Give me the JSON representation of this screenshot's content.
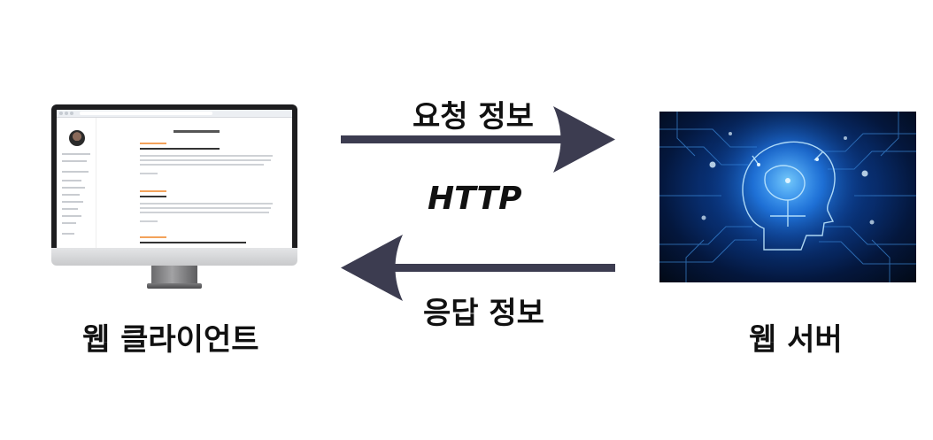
{
  "client": {
    "label": "웹 클라이언트"
  },
  "server": {
    "label": "웹 서버"
  },
  "request": {
    "label": "요청 정보"
  },
  "protocol": {
    "label": "HTTP"
  },
  "response": {
    "label": "응답 정보"
  },
  "colors": {
    "arrow": "#3c3c50",
    "text": "#111111",
    "server_glow": "#2aa9ff"
  },
  "icons": {
    "client": "desktop-monitor-icon",
    "server": "ai-brain-circuit-image"
  }
}
